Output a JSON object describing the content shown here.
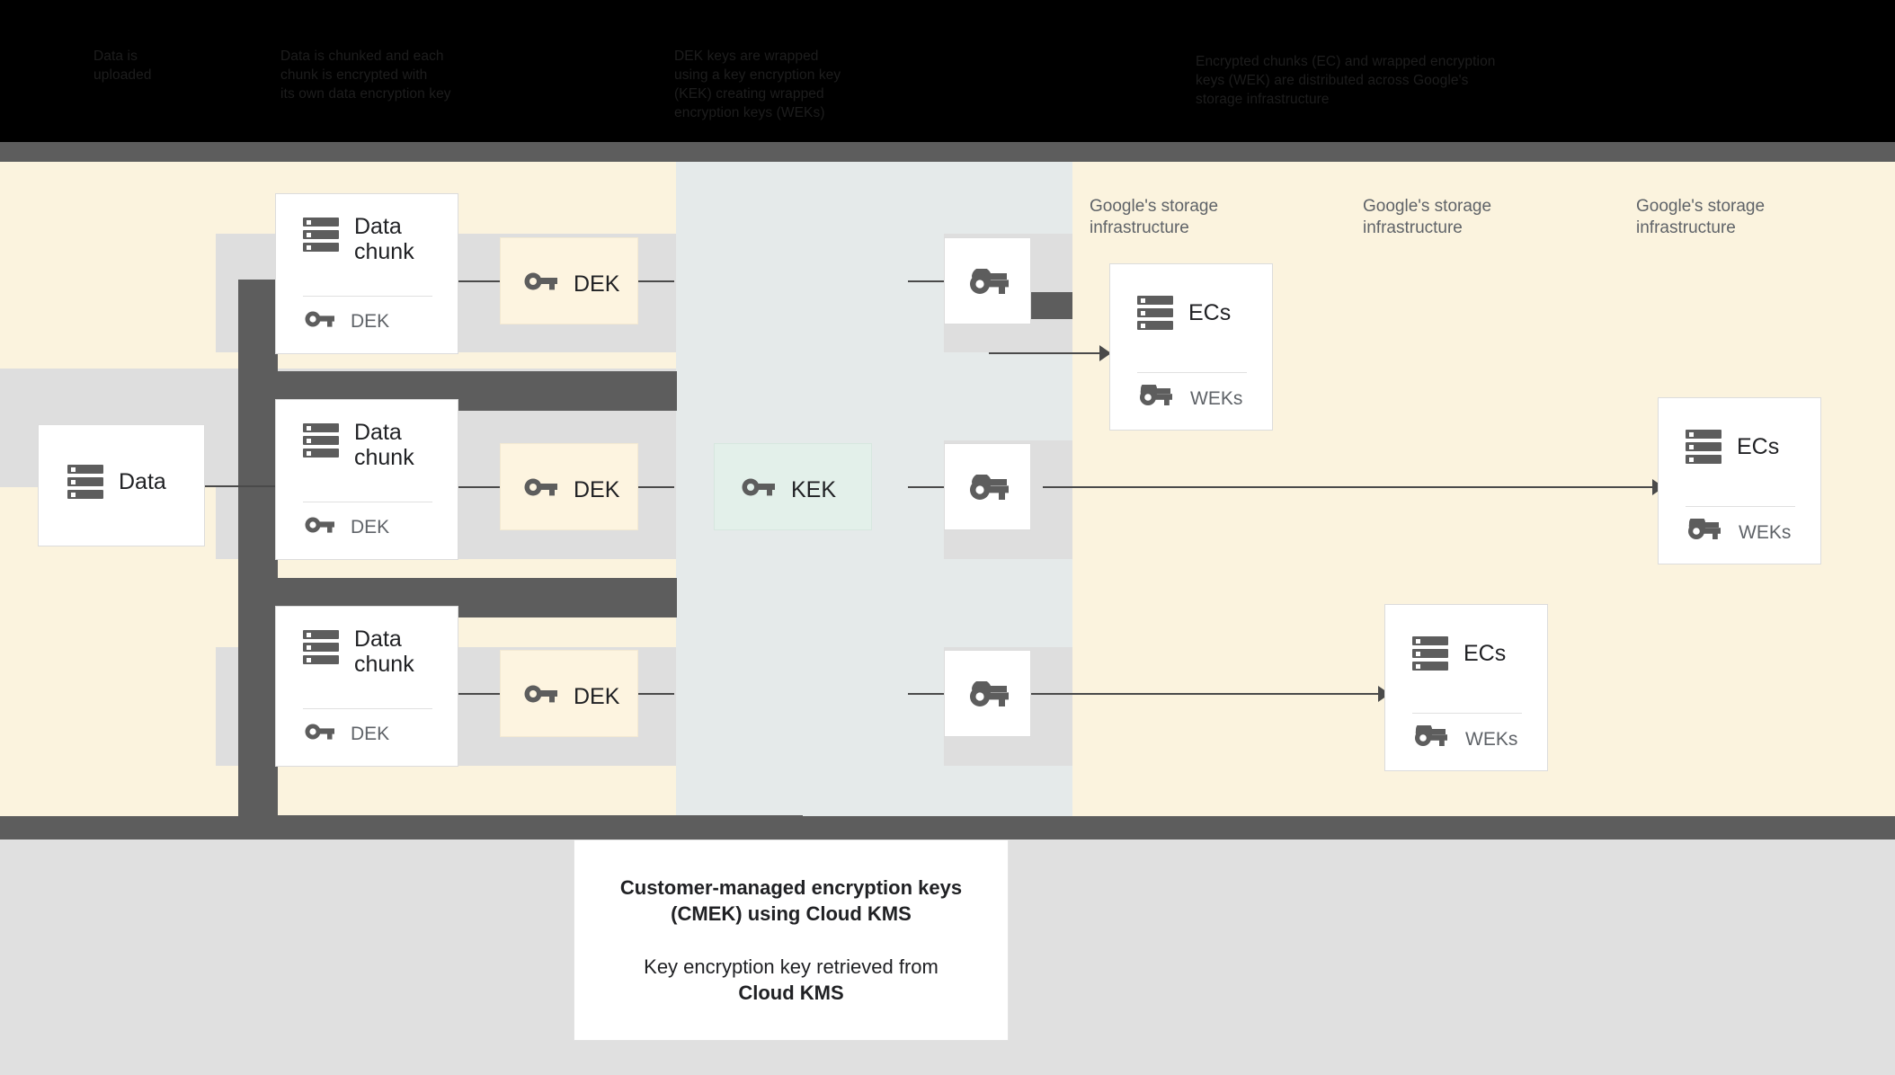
{
  "header": {
    "columns": [
      "Data is\nuploaded",
      "Data is chunked and each\nchunk is encrypted with\nits own data encryption key",
      "DEK keys are wrapped\nusing a key encryption key\n(KEK) creating wrapped\nencryption keys (WEKs)",
      "Encrypted chunks (EC) and wrapped encryption\nkeys (WEK) are distributed across Google's\nstorage infrastructure"
    ]
  },
  "diagram": {
    "source_card": {
      "title": "Data",
      "icon": "database-icon"
    },
    "chunk_cards": [
      {
        "title": "Data\nchunk",
        "key_label": "DEK",
        "icon": "database-icon",
        "key_icon": "key-icon"
      },
      {
        "title": "Data\nchunk",
        "key_label": "DEK",
        "icon": "database-icon",
        "key_icon": "key-icon"
      },
      {
        "title": "Data\nchunk",
        "key_label": "DEK",
        "icon": "database-icon",
        "key_icon": "key-icon"
      }
    ],
    "dek_cards": [
      {
        "label": "DEK",
        "icon": "key-icon"
      },
      {
        "label": "DEK",
        "icon": "key-icon"
      },
      {
        "label": "DEK",
        "icon": "key-icon"
      }
    ],
    "kek_card": {
      "label": "KEK",
      "icon": "key-icon"
    },
    "wek_cards": [
      {
        "icon": "wrapped-key-icon"
      },
      {
        "icon": "wrapped-key-icon"
      },
      {
        "icon": "wrapped-key-icon"
      }
    ],
    "infra_labels": [
      "Google's storage\ninfrastructure",
      "Google's storage\ninfrastructure",
      "Google's storage\ninfrastructure"
    ],
    "ec_cards": [
      {
        "title": "ECs",
        "key_label": "WEKs",
        "icon": "database-icon",
        "key_icon": "wrapped-key-icon"
      },
      {
        "title": "ECs",
        "key_label": "WEKs",
        "icon": "database-icon",
        "key_icon": "wrapped-key-icon"
      },
      {
        "title": "ECs",
        "key_label": "WEKs",
        "icon": "database-icon",
        "key_icon": "wrapped-key-icon"
      }
    ]
  },
  "footer": {
    "caption_line1": "Customer-managed encryption keys",
    "caption_line2": "(CMEK) using Cloud KMS",
    "caption_line3": "Key encryption key retrieved from",
    "caption_line4": "Cloud KMS"
  },
  "colors": {
    "page_background": "#fbf3de",
    "kek_band": "#e5eaea",
    "row_band": "#dedede",
    "fork": "#5d5d5d",
    "dek_card": "#fdf4e0",
    "kek_card": "#e3f0ea",
    "footer": "#e0e0e0",
    "text": "#202124",
    "muted_text": "#5f6368"
  }
}
